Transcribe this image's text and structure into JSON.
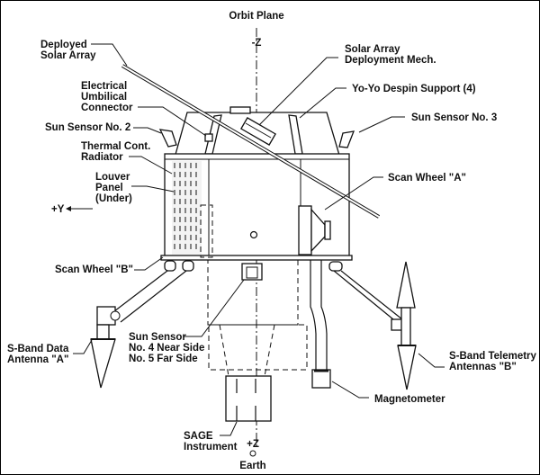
{
  "title": "Orbit Plane",
  "axes": {
    "minus_z": "-Z",
    "plus_z": "+Z",
    "plus_y": "+Y",
    "earth": "Earth"
  },
  "labels": {
    "deployed_solar_array": [
      "Deployed",
      "Solar Array"
    ],
    "electrical_umbilical": [
      "Electrical",
      "Umbilical",
      "Connector"
    ],
    "sun_sensor_2": "Sun Sensor No. 2",
    "thermal_radiator": [
      "Thermal Cont.",
      "Radiator"
    ],
    "louver_panel": [
      "Louver",
      "Panel",
      "(Under)"
    ],
    "scan_wheel_b": "Scan Wheel \"B\"",
    "solar_array_mech": [
      "Solar Array",
      "Deployment Mech."
    ],
    "yoyo_despin": "Yo-Yo Despin Support (4)",
    "sun_sensor_3": "Sun Sensor No. 3",
    "scan_wheel_a": "Scan Wheel \"A\"",
    "s_band_data": [
      "S-Band Data",
      "Antenna \"A\""
    ],
    "sun_sensor_45": [
      "Sun Sensor",
      "No. 4 Near Side",
      "No. 5 Far Side"
    ],
    "sage": [
      "SAGE",
      "Instrument"
    ],
    "s_band_telemetry": [
      "S-Band Telemetry",
      "Antennas \"B\""
    ],
    "magnetometer": "Magnetometer"
  }
}
